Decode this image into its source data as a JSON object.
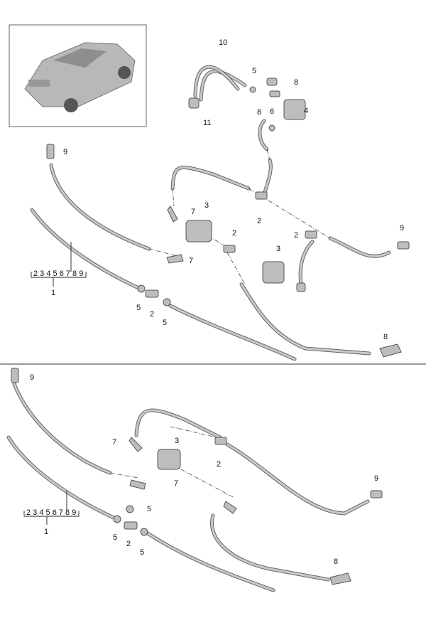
{
  "top": {
    "callouts": [
      "10",
      "5",
      "8",
      "4",
      "6",
      "8",
      "11",
      "9",
      "7",
      "3",
      "2",
      "2",
      "2",
      "9",
      "3",
      "7",
      "1",
      "5",
      "2",
      "5",
      "8"
    ],
    "group_sequence": "2 3 4 5 6 7 8 9"
  },
  "bottom": {
    "callouts": [
      "9",
      "7",
      "3",
      "2",
      "9",
      "7",
      "1",
      "5",
      "5",
      "2",
      "5",
      "8"
    ],
    "group_sequence": "2 3 4 5 6 7 8 9"
  }
}
